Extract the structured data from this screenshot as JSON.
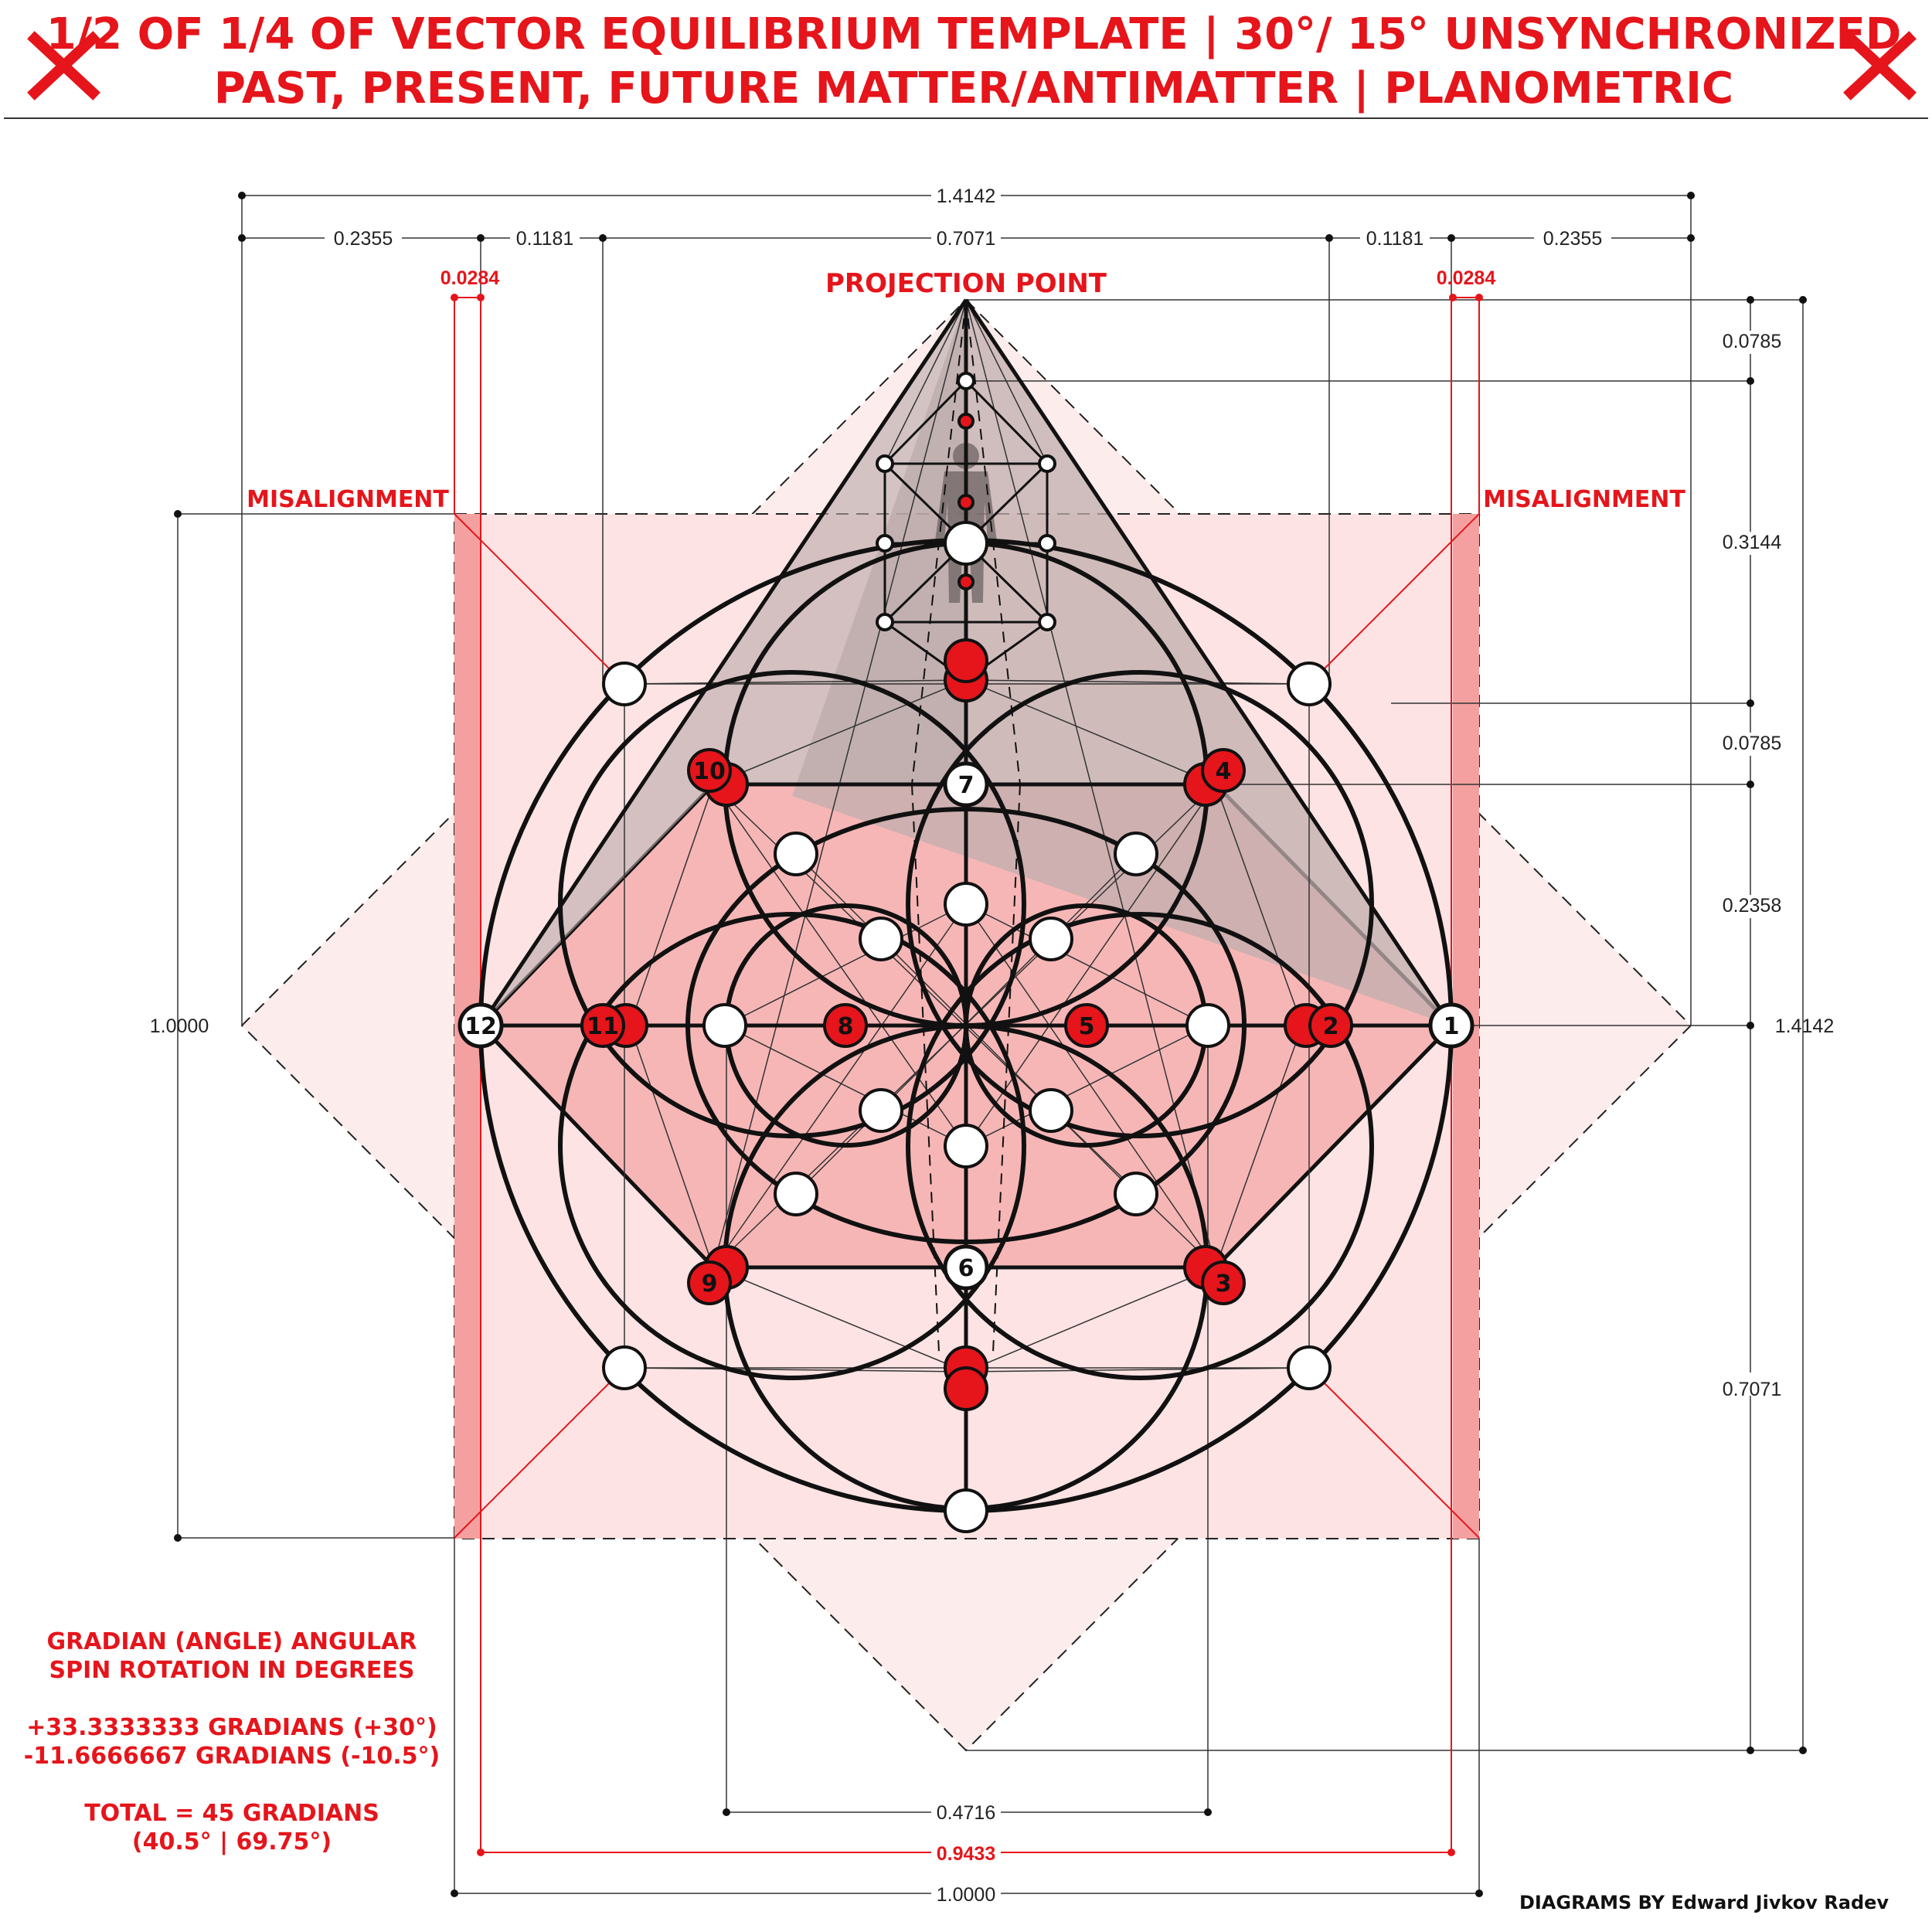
{
  "header": {
    "title_line1": "1/2 OF 1/4 OF VECTOR EQUILIBRIUM TEMPLATE | 30°/ 15° UNSYNCHRONIZED",
    "title_line2": "PAST, PRESENT, FUTURE MATTER/ANTIMATTER | PLANOMETRIC",
    "left_mark": "cross-icon",
    "right_mark": "cross-icon"
  },
  "labels": {
    "projection_point": "PROJECTION POINT",
    "misalignment_left": "MISALIGNMENT",
    "misalignment_right": "MISALIGNMENT"
  },
  "dimensions": {
    "top_total": "1.4142",
    "top_left_outer": "0.2355",
    "top_left_inner": "0.1181",
    "top_center": "0.7071",
    "top_right_inner": "0.1181",
    "top_right_outer": "0.2355",
    "red_left": "0.0284",
    "red_right": "0.0284",
    "right_1": "0.0785",
    "right_2": "0.3144",
    "right_3": "0.0785",
    "right_4": "0.2358",
    "right_5": "0.7071",
    "right_total": "1.4142",
    "left_total": "1.0000",
    "bottom_1": "0.4716",
    "bottom_2": "0.9433",
    "bottom_3": "1.0000"
  },
  "notes": {
    "line1": "GRADIAN (ANGLE) ANGULAR",
    "line2": "SPIN ROTATION IN DEGREES",
    "line3": "+33.3333333 GRADIANS (+30°)",
    "line4": "-11.6666667 GRADIANS (-10.5°)",
    "line5": "TOTAL = 45 GRADIANS",
    "line6": "(40.5° | 69.75°)"
  },
  "credit": "DIAGRAMS BY Edward Jivkov Radev",
  "nodes": {
    "n1": "1",
    "n2": "2",
    "n3": "3",
    "n4": "4",
    "n5": "5",
    "n6": "6",
    "n7": "7",
    "n8": "8",
    "n9": "9",
    "n10": "10",
    "n11": "11",
    "n12": "12"
  },
  "colors": {
    "accent_red": "#e5151b",
    "pink_fill": "#f7b6b6",
    "light_pink": "#fdeaea",
    "grey_fill": "#b9a9a9"
  }
}
